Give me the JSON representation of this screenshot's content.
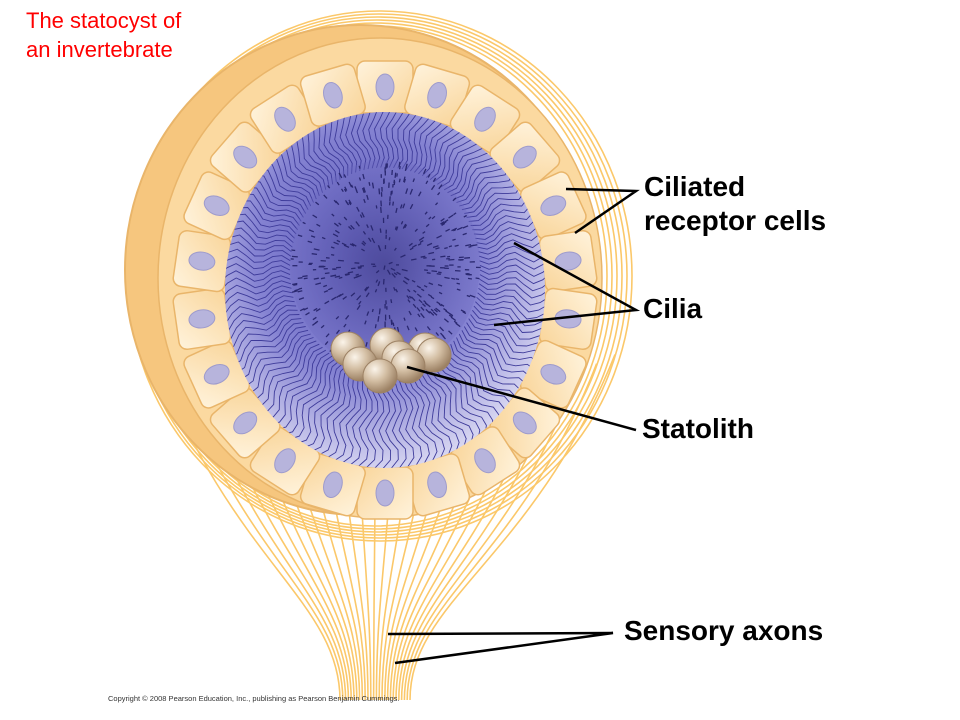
{
  "title": {
    "line1": "The statocyst of",
    "line2": "an invertebrate",
    "color": "#ff0000"
  },
  "labels": {
    "ciliated_line1": "Ciliated",
    "ciliated_line2": "receptor cells",
    "cilia": "Cilia",
    "statolith": "Statolith",
    "sensory_axons": "Sensory axons"
  },
  "copyright": "Copyright © 2008 Pearson Education, Inc., publishing as Pearson Benjamin Cummings.",
  "colors": {
    "cell_fill": "#fde3b4",
    "cell_edge": "#e9b56a",
    "nucleus": "#b7b4dc",
    "cavity": "#6f6cc7",
    "cilia": "#3e3b9a",
    "statolith": "#c7ad8e",
    "axon": "#fbc86a",
    "leader": "#000000"
  }
}
